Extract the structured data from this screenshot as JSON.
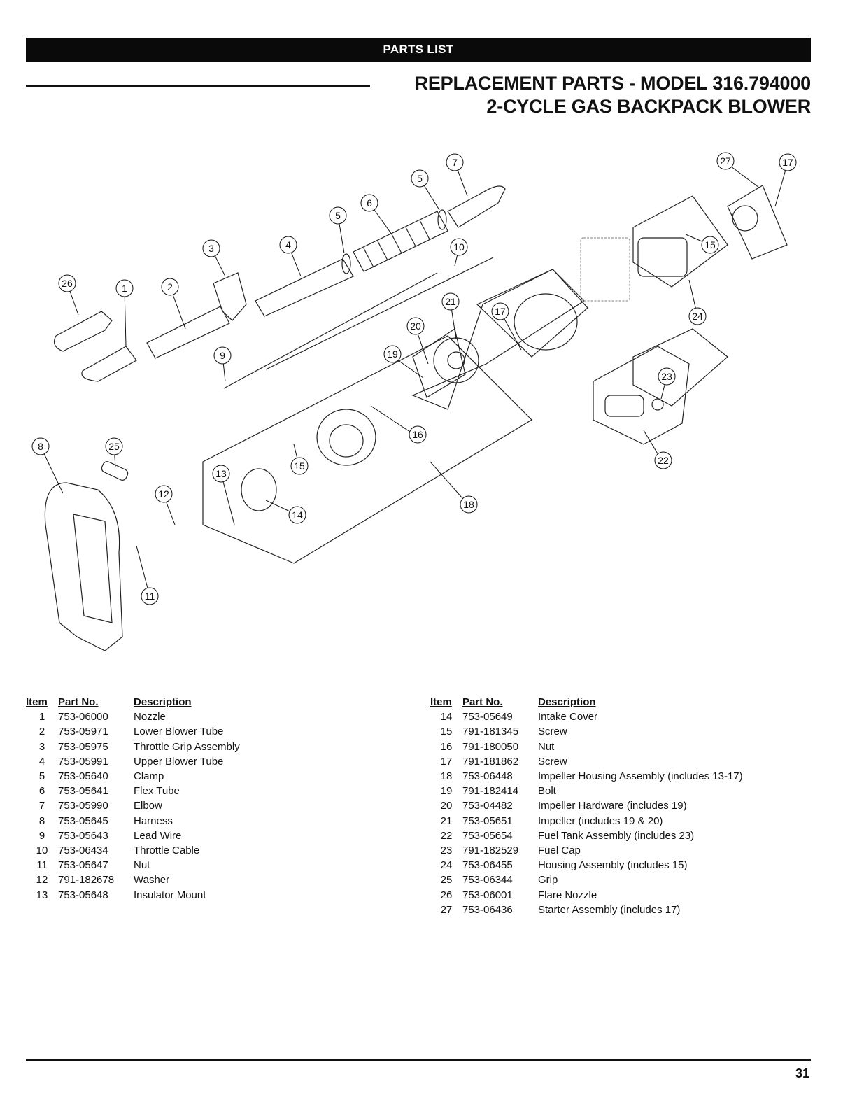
{
  "header": {
    "banner": "PARTS LIST"
  },
  "title": {
    "line1": "REPLACEMENT PARTS - MODEL 316.794000",
    "line2": "2-CYCLE GAS BACKPACK BLOWER"
  },
  "diagram": {
    "callouts": [
      "1",
      "2",
      "3",
      "4",
      "5",
      "5",
      "6",
      "7",
      "8",
      "9",
      "10",
      "11",
      "12",
      "13",
      "14",
      "15",
      "15",
      "16",
      "17",
      "17",
      "18",
      "19",
      "20",
      "21",
      "22",
      "23",
      "24",
      "25",
      "26",
      "27"
    ]
  },
  "table": {
    "headers": {
      "item": "Item",
      "part": "Part No.",
      "desc": "Description"
    },
    "left": [
      {
        "item": "1",
        "part": "753-06000",
        "desc": "Nozzle"
      },
      {
        "item": "2",
        "part": "753-05971",
        "desc": "Lower Blower Tube"
      },
      {
        "item": "3",
        "part": "753-05975",
        "desc": "Throttle Grip Assembly"
      },
      {
        "item": "4",
        "part": "753-05991",
        "desc": "Upper Blower Tube"
      },
      {
        "item": "5",
        "part": "753-05640",
        "desc": "Clamp"
      },
      {
        "item": "6",
        "part": "753-05641",
        "desc": "Flex Tube"
      },
      {
        "item": "7",
        "part": "753-05990",
        "desc": "Elbow"
      },
      {
        "item": "8",
        "part": "753-05645",
        "desc": "Harness"
      },
      {
        "item": "9",
        "part": "753-05643",
        "desc": "Lead Wire"
      },
      {
        "item": "10",
        "part": "753-06434",
        "desc": "Throttle Cable"
      },
      {
        "item": "11",
        "part": "753-05647",
        "desc": "Nut"
      },
      {
        "item": "12",
        "part": "791-182678",
        "desc": "Washer"
      },
      {
        "item": "13",
        "part": "753-05648",
        "desc": "Insulator Mount"
      }
    ],
    "right": [
      {
        "item": "14",
        "part": "753-05649",
        "desc": "Intake Cover"
      },
      {
        "item": "15",
        "part": "791-181345",
        "desc": "Screw"
      },
      {
        "item": "16",
        "part": "791-180050",
        "desc": "Nut"
      },
      {
        "item": "17",
        "part": "791-181862",
        "desc": "Screw"
      },
      {
        "item": "18",
        "part": "753-06448",
        "desc": "Impeller Housing Assembly (includes 13-17)"
      },
      {
        "item": "19",
        "part": "791-182414",
        "desc": "Bolt"
      },
      {
        "item": "20",
        "part": "753-04482",
        "desc": "Impeller Hardware (includes 19)"
      },
      {
        "item": "21",
        "part": "753-05651",
        "desc": "Impeller (includes 19 & 20)"
      },
      {
        "item": "22",
        "part": "753-05654",
        "desc": "Fuel Tank Assembly (includes 23)"
      },
      {
        "item": "23",
        "part": "791-182529",
        "desc": "Fuel Cap"
      },
      {
        "item": "24",
        "part": "753-06455",
        "desc": "Housing Assembly (includes 15)"
      },
      {
        "item": "25",
        "part": "753-06344",
        "desc": "Grip"
      },
      {
        "item": "26",
        "part": "753-06001",
        "desc": "Flare Nozzle"
      },
      {
        "item": "27",
        "part": "753-06436",
        "desc": "Starter Assembly (includes 17)"
      }
    ]
  },
  "footer": {
    "page_number": "31"
  }
}
